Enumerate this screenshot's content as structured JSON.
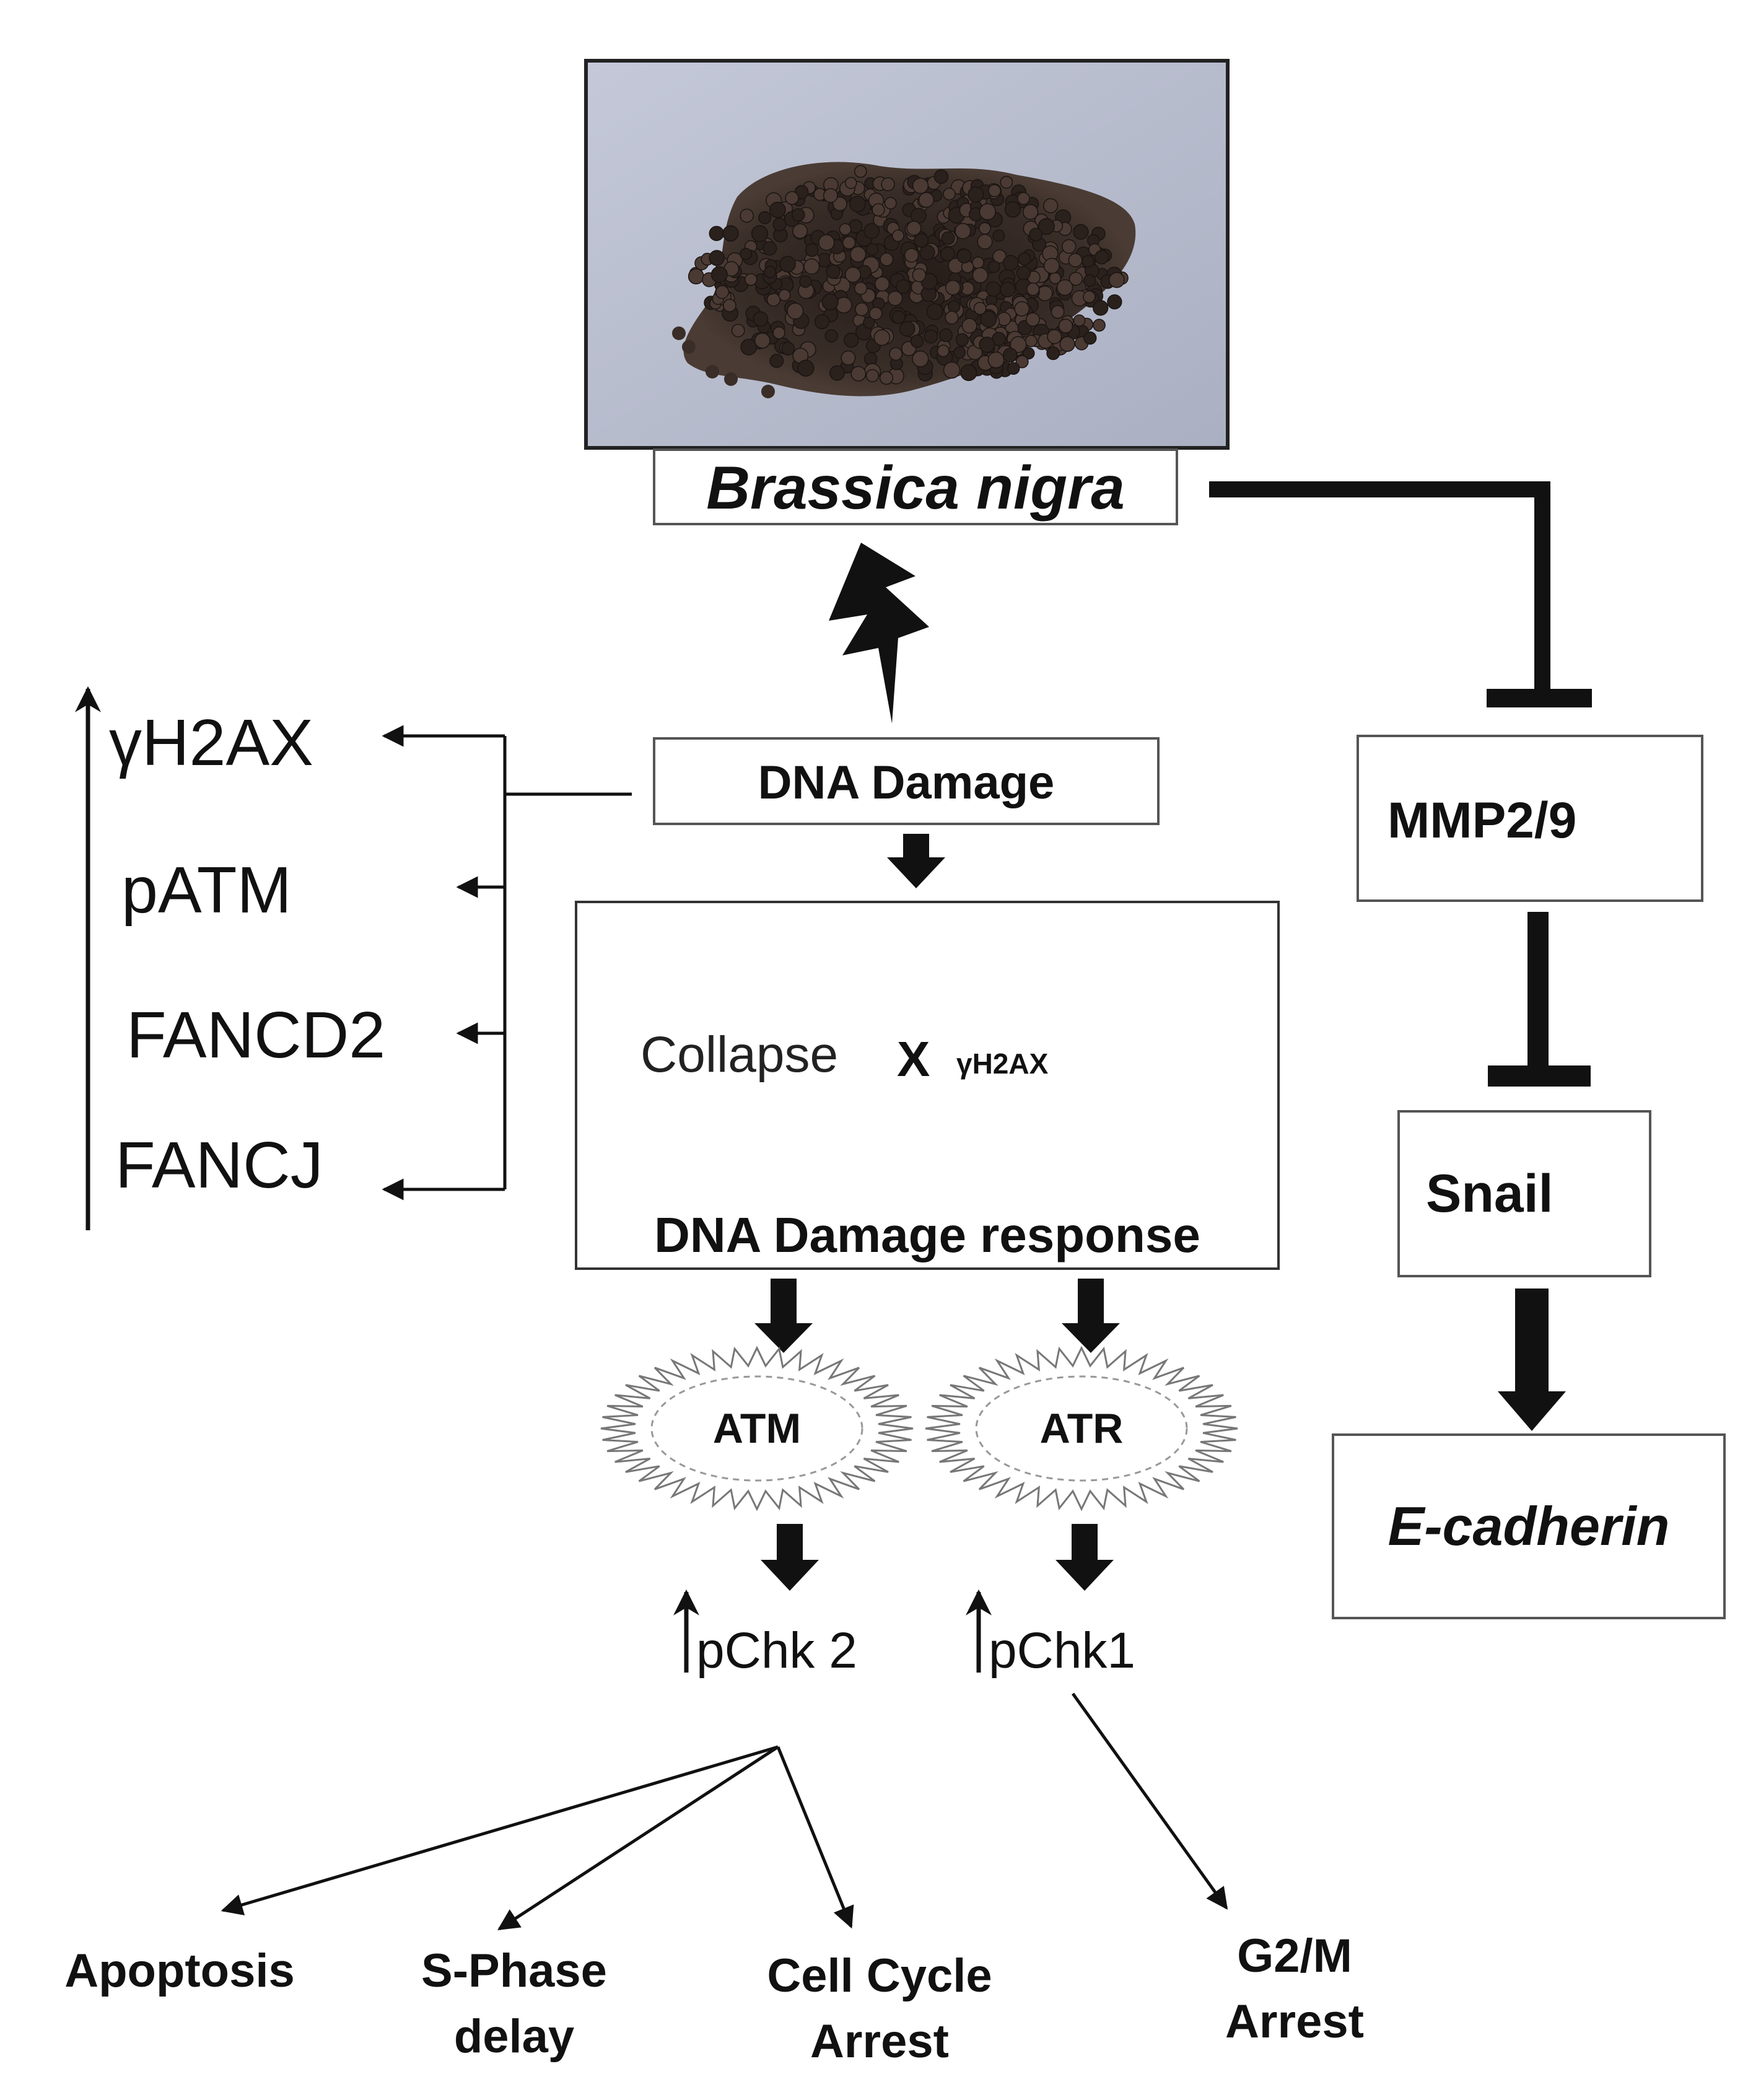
{
  "top": {
    "photo_caption": "Brassica nigra"
  },
  "center": {
    "dna_damage": "DNA Damage",
    "collapse": "Collapse",
    "x_mark": "X",
    "gamma_h2ax_small": "γH2AX",
    "ddr_label": "DNA Damage response",
    "atm": "ATM",
    "atr": "ATR",
    "pchk2": "pChk 2",
    "pchk1": "pChk1"
  },
  "left_markers": [
    "γH2AX",
    "pATM",
    "FANCD2",
    "FANCJ"
  ],
  "right": {
    "mmp": "MMP2/9",
    "snail": "Snail",
    "ecadherin": "E-cadherin"
  },
  "outcomes": {
    "apoptosis": "Apoptosis",
    "sphase_line1": "S-Phase",
    "sphase_line2": "delay",
    "cellcycle_line1": "Cell Cycle",
    "cellcycle_line2": "Arrest",
    "g2m_line1": "G2/M",
    "g2m_line2": "Arrest"
  },
  "colors": {
    "line": "#111111",
    "box_border": "#555555",
    "photo_bg": "#b9bfcf",
    "seed": "#2e2521"
  }
}
